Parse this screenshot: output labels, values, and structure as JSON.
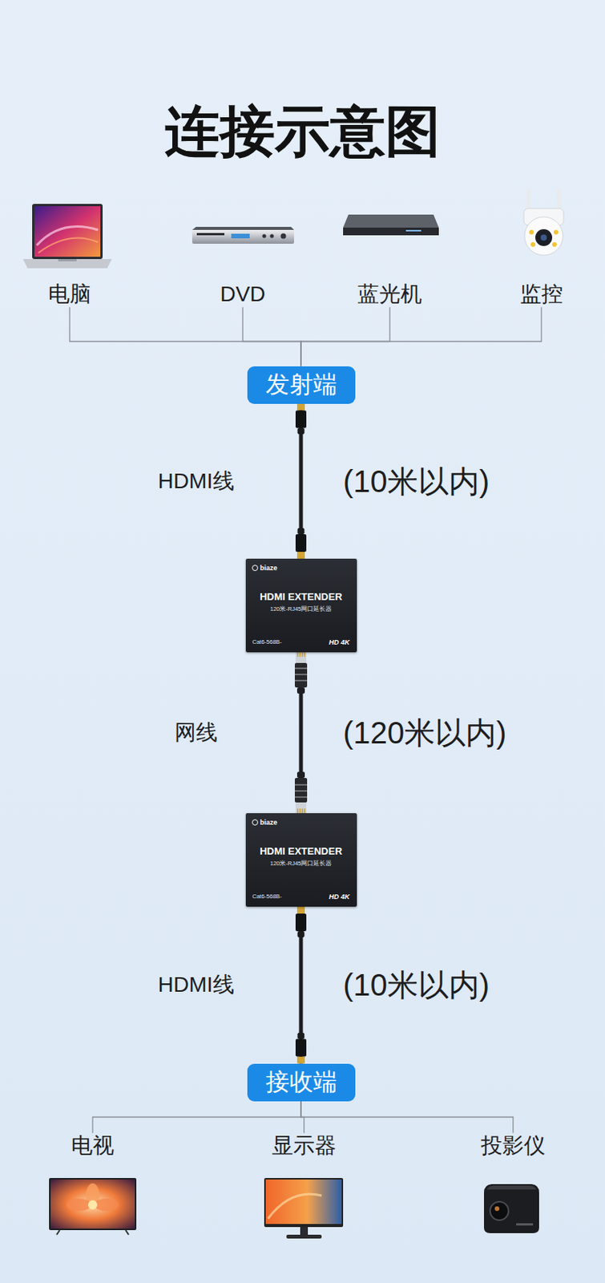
{
  "diagram": {
    "title": "连接示意图",
    "nodes": [
      {
        "text": [
          "电脑"
        ]
      },
      {
        "text": [
          "DVD"
        ]
      },
      {
        "text": [
          "蓝光机"
        ]
      },
      {
        "text": [
          "监控"
        ]
      },
      {
        "text": [
          "发射端"
        ]
      },
      {
        "text": [
          "biaze",
          "HDMI EXTENDER",
          "120米-RJ45网口延长器",
          "Cat6-568B-",
          "HD 4K"
        ]
      },
      {
        "text": [
          "biaze",
          "HDMI EXTENDER",
          "120米-RJ45网口延长器",
          "Cat6-568B-",
          "HD 4K"
        ]
      },
      {
        "text": [
          "接收端"
        ]
      },
      {
        "text": [
          "电视"
        ]
      },
      {
        "text": [
          "显示器"
        ]
      },
      {
        "text": [
          "投影仪"
        ]
      }
    ],
    "edges": [
      {
        "from": 0,
        "to": 4,
        "arrow": "none"
      },
      {
        "from": 1,
        "to": 4,
        "arrow": "none"
      },
      {
        "from": 2,
        "to": 4,
        "arrow": "none"
      },
      {
        "from": 3,
        "to": 4,
        "arrow": "none"
      },
      {
        "from": 4,
        "to": 5,
        "label": "HDMI线",
        "arrow": "none"
      },
      {
        "from": 5,
        "to": 6,
        "label": "网线",
        "arrow": "none"
      },
      {
        "from": 6,
        "to": 7,
        "label": "HDMI线",
        "arrow": "none"
      },
      {
        "from": 7,
        "to": 8,
        "arrow": "none"
      },
      {
        "from": 7,
        "to": 9,
        "arrow": "none"
      },
      {
        "from": 7,
        "to": 10,
        "arrow": "none"
      }
    ],
    "labels": [
      "(10米以内)",
      "(120米以内)",
      "(10米以内)"
    ]
  }
}
